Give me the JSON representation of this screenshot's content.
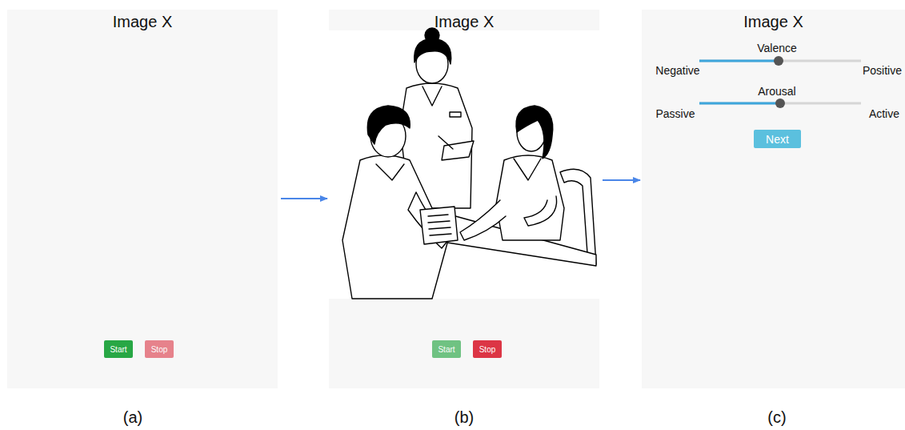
{
  "diagram": {
    "nodes": [
      {
        "text": [
          "Image X"
        ]
      },
      {
        "text": [
          "Start"
        ],
        "in": 0
      },
      {
        "text": [
          "Stop"
        ],
        "in": 0
      },
      {
        "text": [
          "Image X"
        ]
      },
      {
        "text": [
          "Start"
        ],
        "in": 3
      },
      {
        "text": [
          "Stop"
        ],
        "in": 3
      },
      {
        "text": [
          "Image X"
        ]
      },
      {
        "text": [
          "Next"
        ],
        "in": 6
      }
    ],
    "edges": [
      {
        "from": 0,
        "to": 3,
        "arrow": "to"
      },
      {
        "from": 3,
        "to": 6,
        "arrow": "to"
      }
    ],
    "labels": [
      "Valence",
      "Negative",
      "Positive",
      "Arousal",
      "Passive",
      "Active",
      "(a)",
      "(b)",
      "(c)"
    ]
  }
}
